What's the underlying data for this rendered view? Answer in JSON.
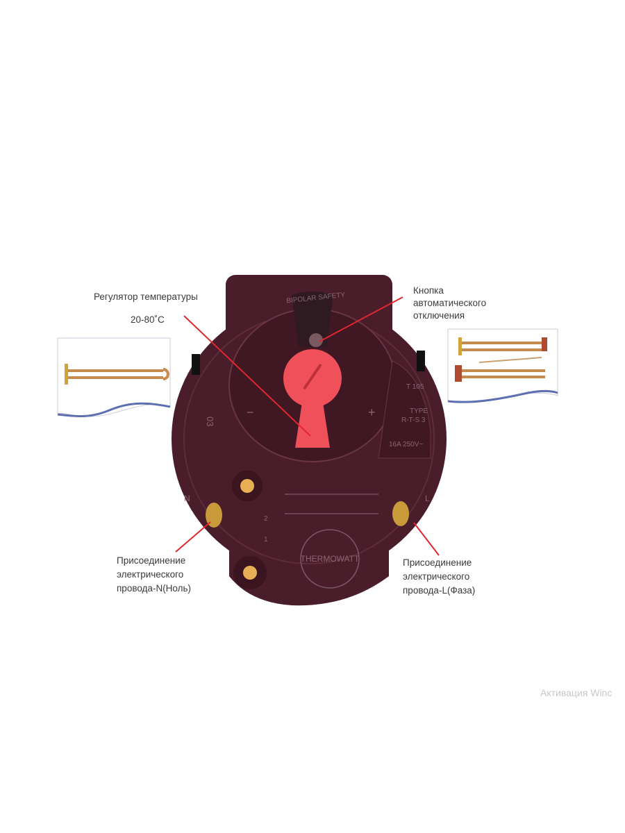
{
  "labels": {
    "regulator_title": "Регулятор температуры",
    "regulator_range": "20-80˚C",
    "button_line1": "Кнопка",
    "button_line2": "автоматического",
    "button_line3": "отключения",
    "n_line1": "Присоединение",
    "n_line2": "электрического",
    "n_line3": "провода-N(Ноль)",
    "l_line1": "Присоединение",
    "l_line2": "электрического",
    "l_line3": "провода-L(Фаза)"
  },
  "device_markings": {
    "top": "BIPOLAR SAFETY",
    "temp": "T 105",
    "type": "TYPE",
    "model": "R-T-S 3",
    "rating": "16A 250V~",
    "brand": "THERMOWATT",
    "code": "03",
    "n": "N",
    "l": "L",
    "pin1": "1",
    "pin2": "2",
    "minus": "−",
    "plus": "+"
  },
  "watermark": "Активация Winc",
  "colors": {
    "body": "#4a1d2b",
    "knob": "#f0505a",
    "pointer_line": "#e0272d",
    "brass": "#c89a3a"
  }
}
